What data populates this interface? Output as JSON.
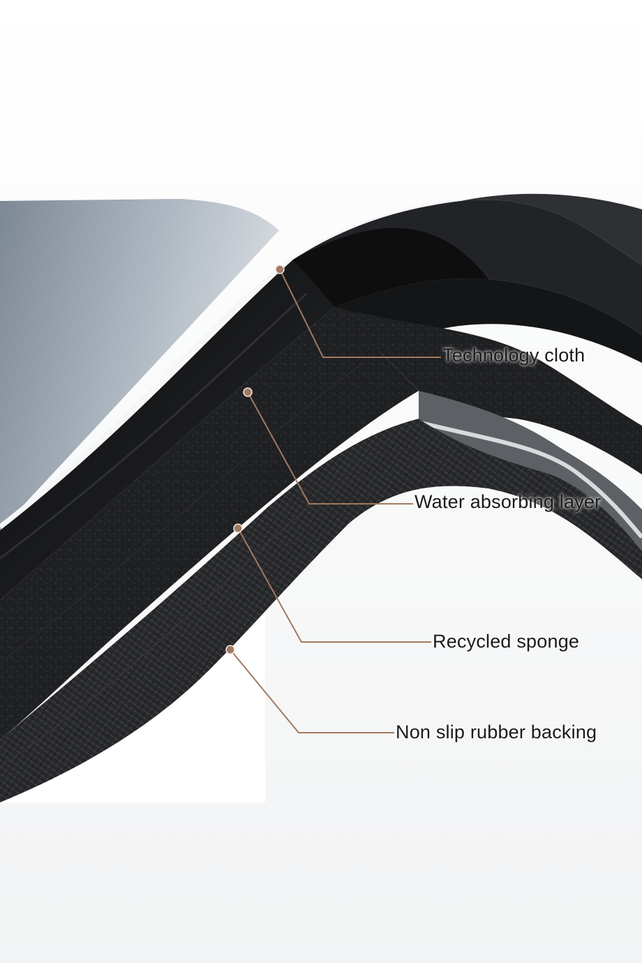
{
  "image": {
    "description_type": "product-layer-diagram",
    "accent_color": "#a07a62",
    "palette": {
      "cloth": "#8d99a6",
      "layer_dark": "#1b1c1e",
      "rim": "#e8ecef"
    }
  },
  "callouts": [
    {
      "label": "Technology cloth"
    },
    {
      "label": "Water absorbing layer"
    },
    {
      "label": "Recycled sponge"
    },
    {
      "label": "Non slip rubber backing"
    }
  ]
}
